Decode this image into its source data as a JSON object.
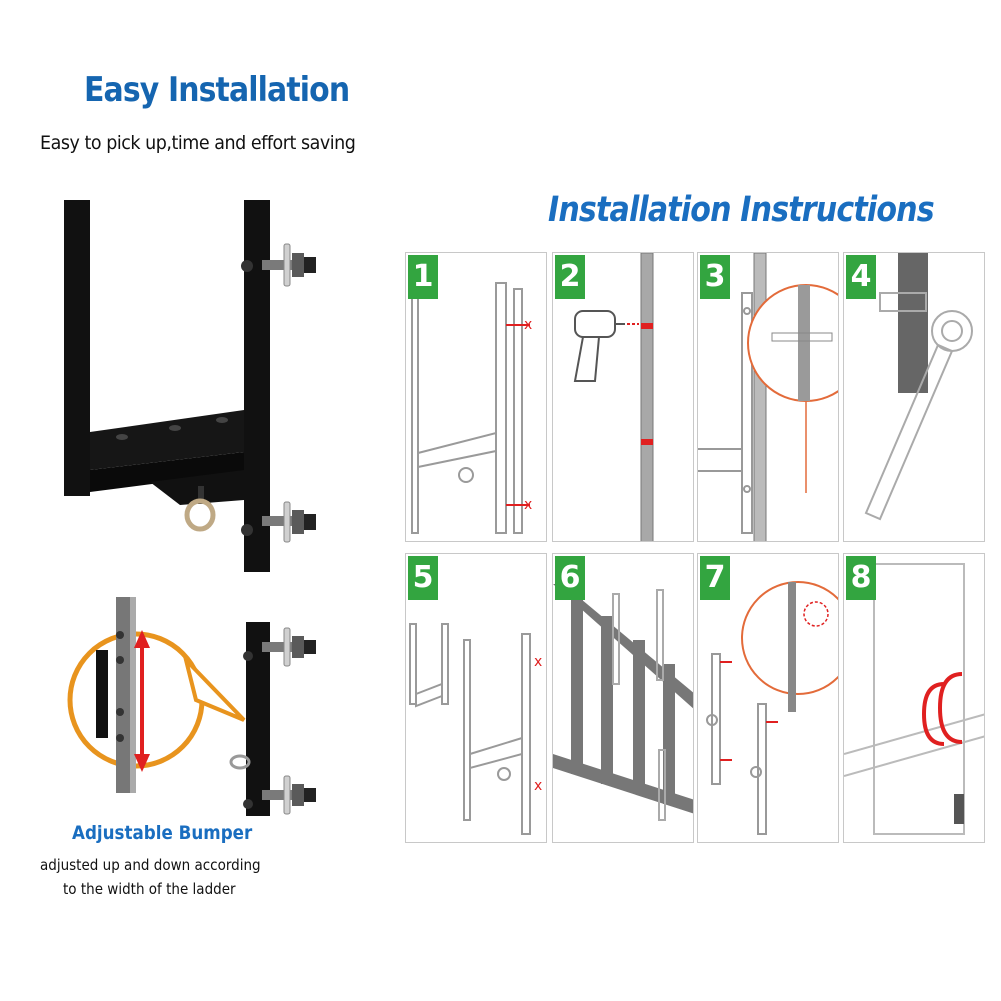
{
  "header": {
    "title": "Easy Installation",
    "subtitle": "Easy to pick up,time and effort saving"
  },
  "instructions": {
    "title": "Installation Instructions",
    "steps": [
      {
        "number": "1"
      },
      {
        "number": "2"
      },
      {
        "number": "3"
      },
      {
        "number": "4"
      },
      {
        "number": "5"
      },
      {
        "number": "6"
      },
      {
        "number": "7"
      },
      {
        "number": "8"
      }
    ]
  },
  "bumper": {
    "title": "Adjustable Bumper",
    "line1": "adjusted up and down according",
    "line2": "to the width of the ladder"
  },
  "colors": {
    "heading_blue": "#1565b0",
    "step_green": "#33a540",
    "highlight_orange": "#e8941e",
    "mark_red": "#e02020",
    "bracket_black": "#111111"
  }
}
